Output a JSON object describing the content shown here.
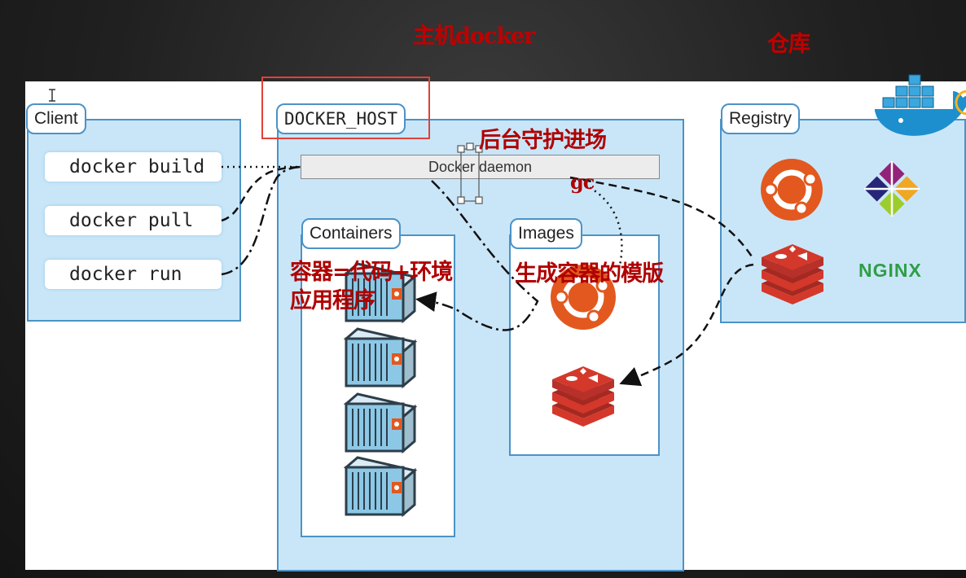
{
  "annotations": {
    "host_docker": "主机docker",
    "warehouse": "仓库",
    "daemon_note": "后台守护进场",
    "gc": "gc",
    "container_eq_line1": "容器=代码+环境",
    "container_eq_line2": "应用程序",
    "template_note": "生成容器的模版"
  },
  "client": {
    "title": "Client",
    "commands": [
      "docker build",
      "docker pull",
      "docker run"
    ]
  },
  "host": {
    "title": "DOCKER_HOST",
    "daemon_label": "Docker daemon",
    "containers_title": "Containers",
    "images_title": "Images"
  },
  "registry": {
    "title": "Registry",
    "nginx_logo_text": "NGINX"
  },
  "colors": {
    "annotation": "#c00000",
    "panel_fill": "#c9e6f8",
    "panel_border": "#4c92c7",
    "ubuntu_orange": "#e2581f",
    "redis_red": "#d4382b",
    "nginx_green": "#2f9e46",
    "highlight_box": "#e0413a"
  },
  "icons": [
    "ubuntu-logo",
    "centos-logo",
    "redis-logo",
    "nginx-logo",
    "docker-whale-logo",
    "shipping-container-icon"
  ]
}
